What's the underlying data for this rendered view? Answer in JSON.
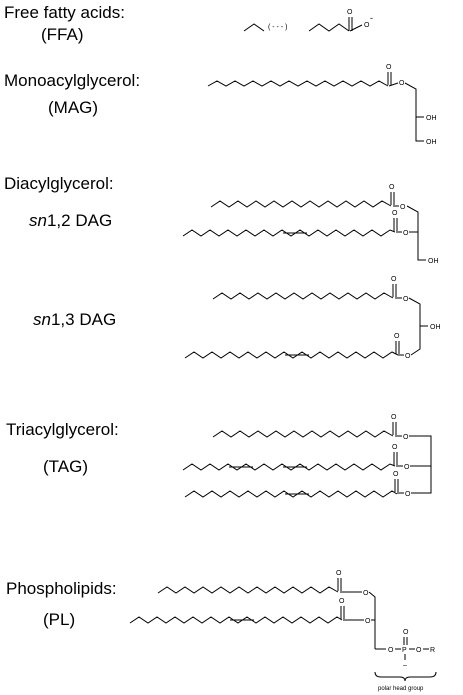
{
  "labels": {
    "ffa_name": "Free fatty acids:",
    "ffa_abbr": "(FFA)",
    "mag_name": "Monoacylglycerol:",
    "mag_abbr": "(MAG)",
    "dag_name": "Diacylglycerol:",
    "dag12_prefix": "sn",
    "dag12_rest": "1,2 DAG",
    "dag13_prefix": "sn",
    "dag13_rest": "1,3 DAG",
    "tag_name": "Triacylglycerol:",
    "tag_abbr": "(TAG)",
    "pl_name": "Phospholipids:",
    "pl_abbr": "(PL)",
    "polar_head": "polar head group"
  },
  "atoms": {
    "oxygen": "O",
    "hydroxyl": "OH",
    "phosphorus": "P",
    "residue": "R",
    "ellipsis": "( - - - )",
    "minus": "-",
    "minus_alt": "–"
  }
}
